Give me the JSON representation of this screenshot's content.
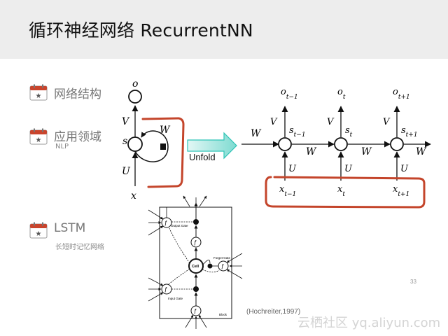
{
  "title": "循环神经网络 RecurrentNN",
  "bullets": [
    {
      "label": "网络结构",
      "sub": ""
    },
    {
      "label": "应用领域",
      "sub": "NLP"
    },
    {
      "label": "LSTM",
      "sub": "长短时记忆网络"
    }
  ],
  "rnn_folded": {
    "o": "o",
    "V": "V",
    "s": "s",
    "W": "W",
    "U": "U",
    "x": "x"
  },
  "unfold_label": "Unfold",
  "rnn_unrolled": {
    "w_left": "W",
    "w_mid1": "W",
    "w_mid2": "W",
    "w_right": "W",
    "steps": [
      {
        "o": "o",
        "o_sub": "t−1",
        "s": "s",
        "s_sub": "t−1",
        "x": "x",
        "x_sub": "t−1",
        "V": "V",
        "U": "U"
      },
      {
        "o": "o",
        "o_sub": "t",
        "s": "s",
        "s_sub": "t",
        "x": "x",
        "x_sub": "t",
        "V": "V",
        "U": "U"
      },
      {
        "o": "o",
        "o_sub": "t+1",
        "s": "s",
        "s_sub": "t+1",
        "x": "x",
        "x_sub": "t+1",
        "V": "V",
        "U": "U"
      }
    ]
  },
  "lstm": {
    "output_gate": "Output Gate",
    "forget_gate": "Forget Gate",
    "input_gate": "Input Gate",
    "cell": "Cell",
    "block": "Block"
  },
  "citation": "(Hochreiter,1997)",
  "page_number": "33",
  "watermark": "云栖社区 yq.aliyun.com",
  "colors": {
    "highlight_red": "#c4452b",
    "arrow_teal": "#2ec4b6",
    "header_bg": "#ededed"
  },
  "icons": [
    "calendar-star-icon"
  ]
}
